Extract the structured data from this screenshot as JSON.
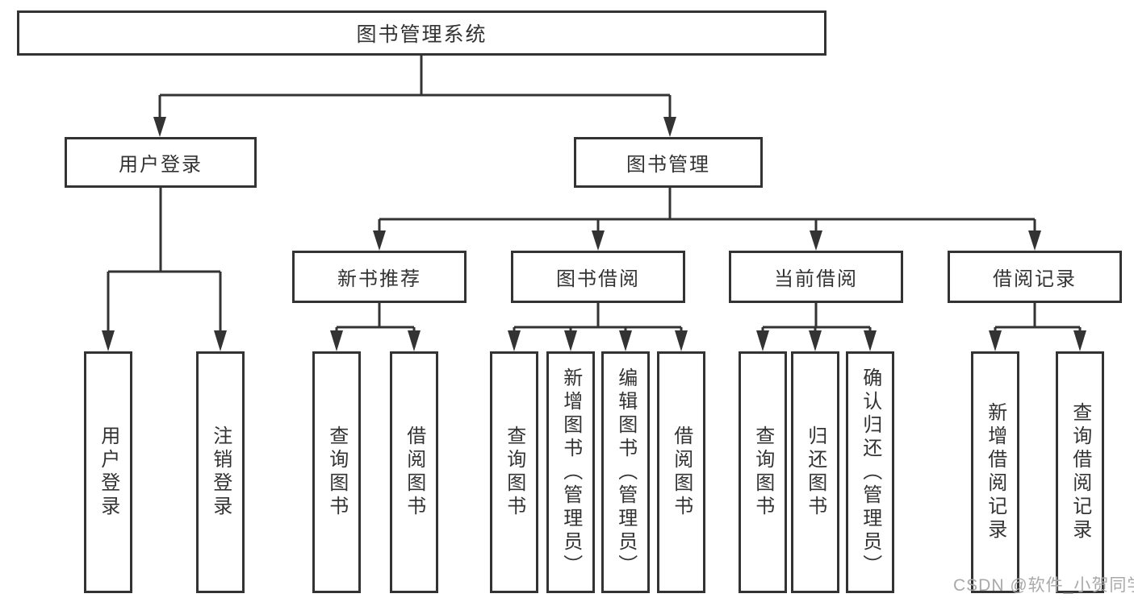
{
  "diagram_type": "hierarchy-flowchart",
  "colors": {
    "line": "#333333",
    "box_border": "#333333",
    "box_fill": "#ffffff",
    "text": "#333333",
    "background": "#ffffff",
    "watermark": "#a9a9a9"
  },
  "tree": {
    "label": "图书管理系统",
    "children": [
      {
        "label": "用户登录",
        "children": [
          {
            "label": "用户登录"
          },
          {
            "label": "注销登录"
          }
        ]
      },
      {
        "label": "图书管理",
        "children": [
          {
            "label": "新书推荐",
            "children": [
              {
                "label": "查询图书"
              },
              {
                "label": "借阅图书"
              }
            ]
          },
          {
            "label": "图书借阅",
            "children": [
              {
                "label": "查询图书"
              },
              {
                "label": "新增图书（管理员）"
              },
              {
                "label": "编辑图书（管理员）"
              },
              {
                "label": "借阅图书"
              }
            ]
          },
          {
            "label": "当前借阅",
            "children": [
              {
                "label": "查询图书"
              },
              {
                "label": "归还图书"
              },
              {
                "label": "确认归还（管理员）"
              }
            ]
          },
          {
            "label": "借阅记录",
            "children": [
              {
                "label": "新增借阅记录"
              },
              {
                "label": "查询借阅记录"
              }
            ]
          }
        ]
      }
    ]
  },
  "watermark": {
    "text": "CSDN @软件_小贺同学"
  }
}
